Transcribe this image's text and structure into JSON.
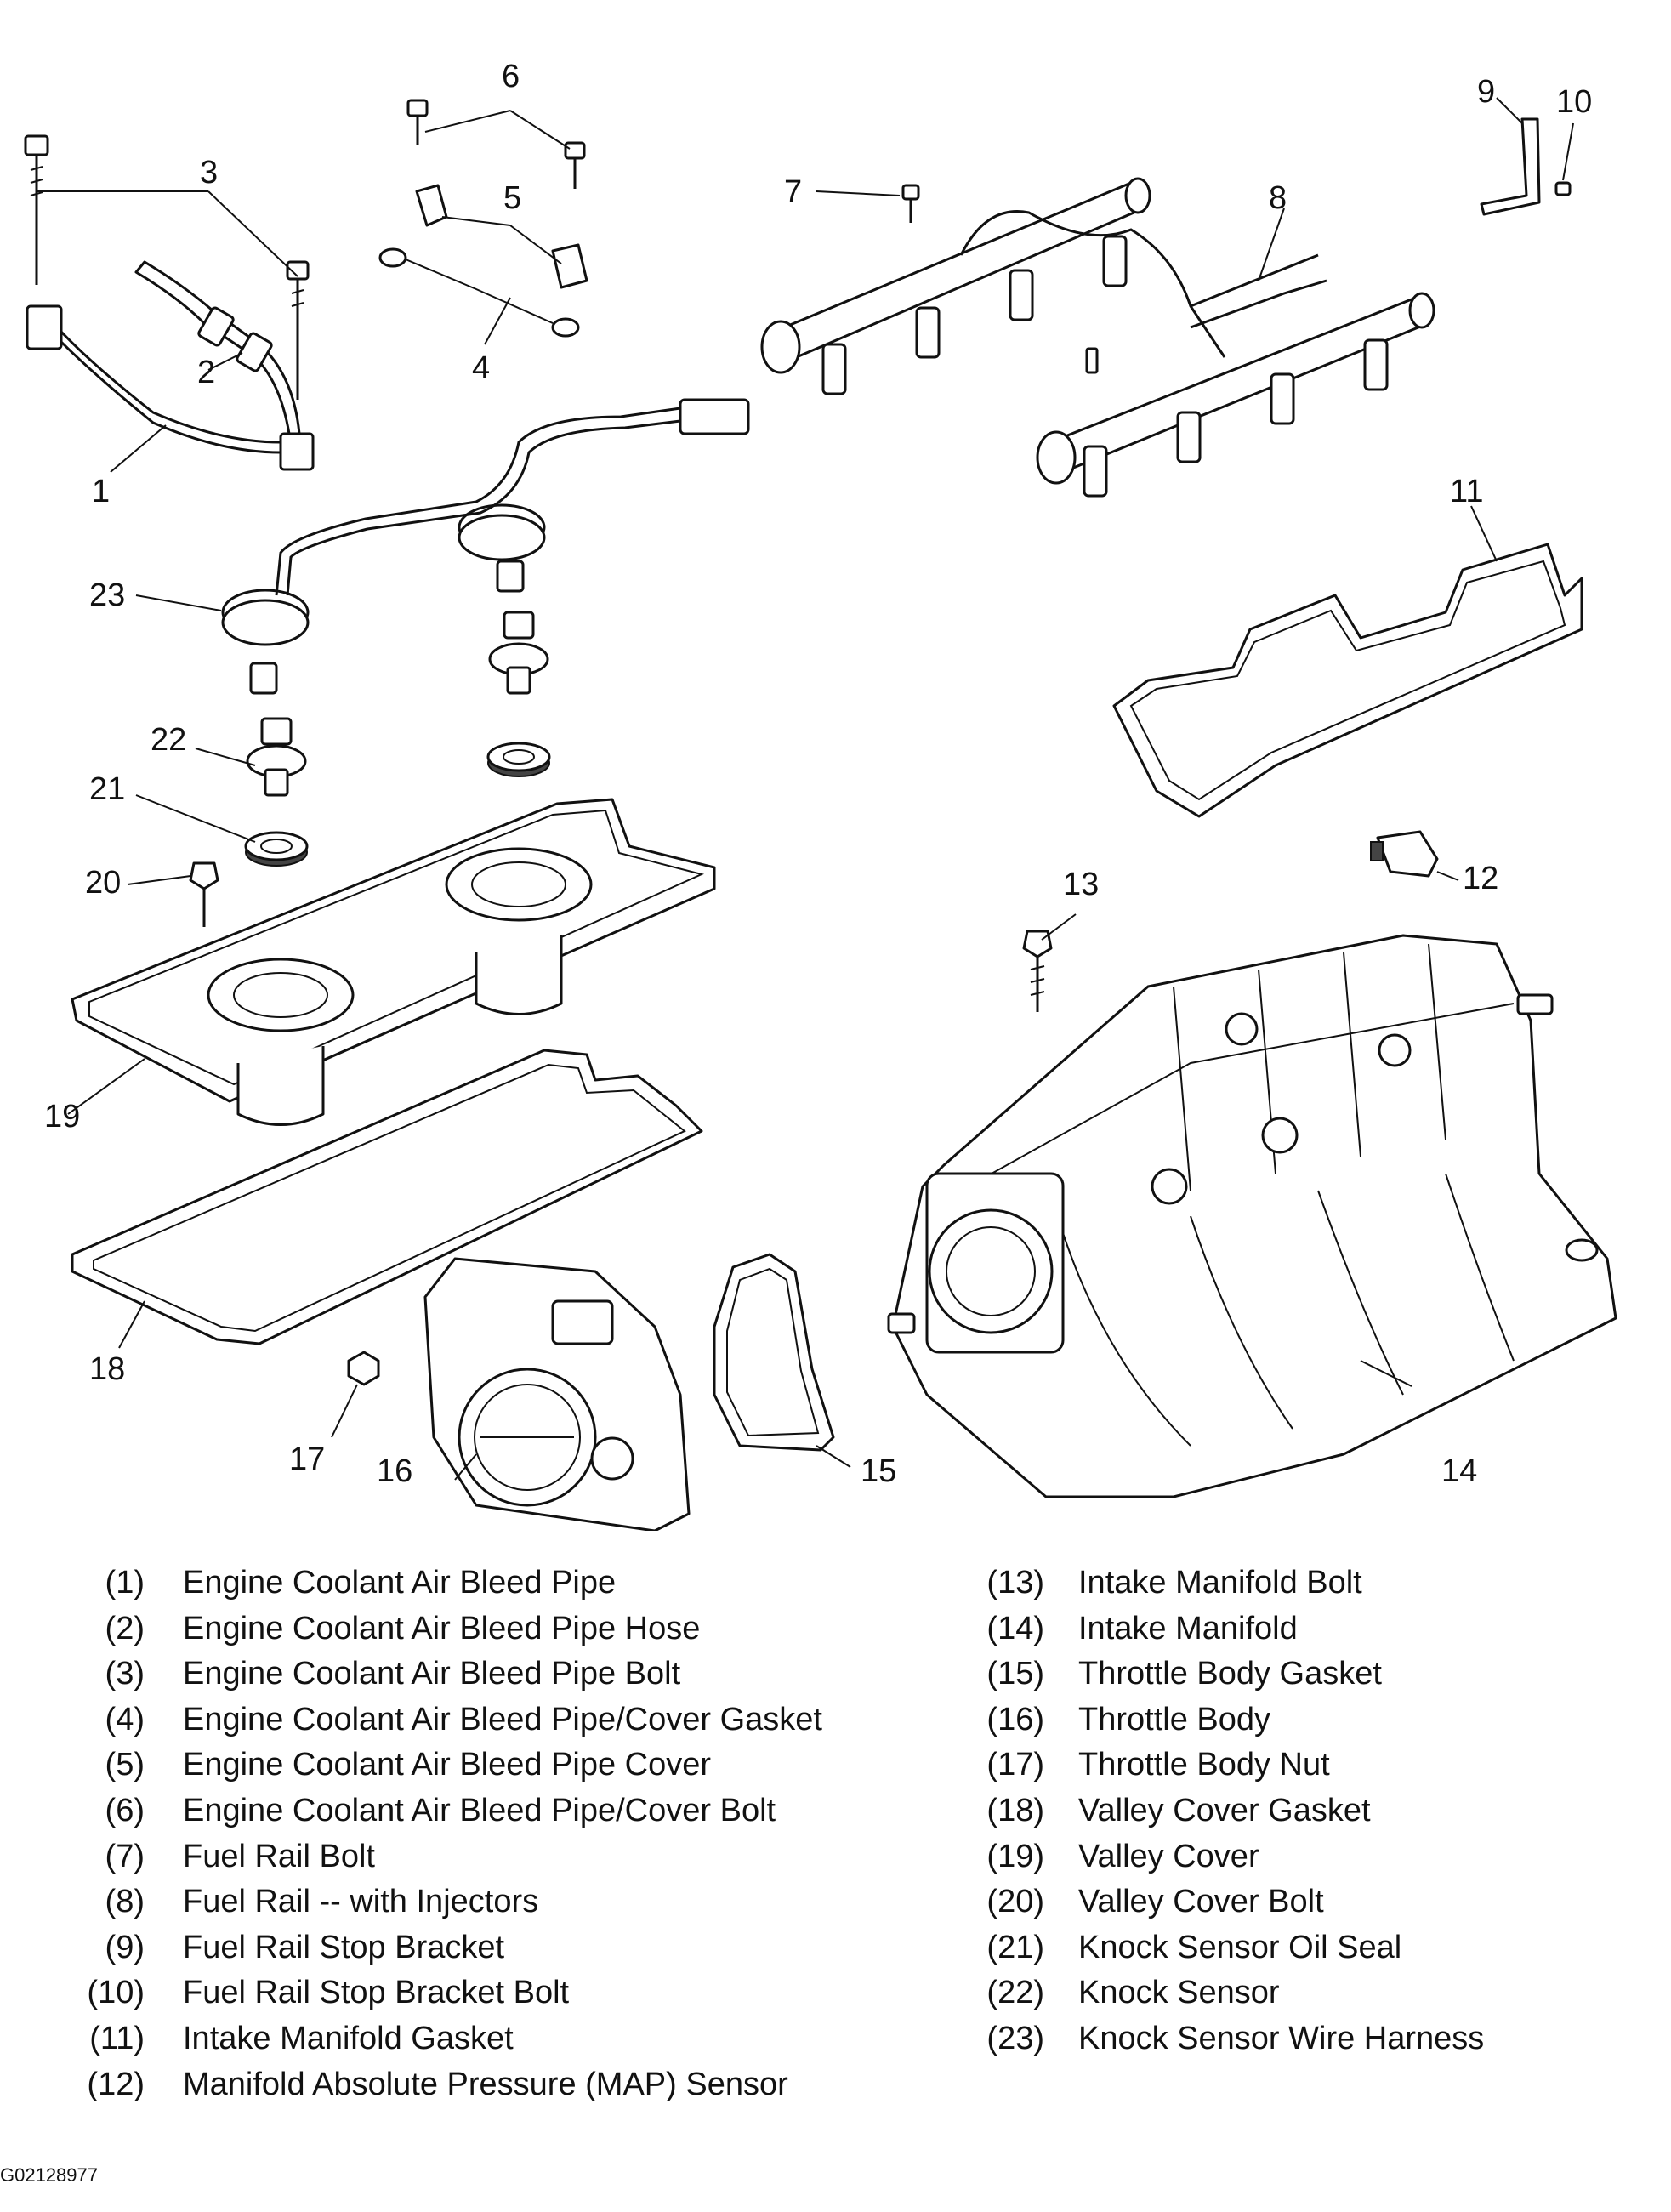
{
  "callouts": {
    "c1": "1",
    "c2": "2",
    "c3": "3",
    "c4": "4",
    "c5": "5",
    "c6": "6",
    "c7": "7",
    "c8": "8",
    "c9": "9",
    "c10": "10",
    "c11": "11",
    "c12": "12",
    "c13": "13",
    "c14": "14",
    "c15": "15",
    "c16": "16",
    "c17": "17",
    "c18": "18",
    "c19": "19",
    "c20": "20",
    "c21": "21",
    "c22": "22",
    "c23": "23"
  },
  "legend_left": [
    {
      "num": "(1)",
      "label": "Engine Coolant Air Bleed Pipe"
    },
    {
      "num": "(2)",
      "label": "Engine Coolant Air Bleed Pipe Hose"
    },
    {
      "num": "(3)",
      "label": "Engine Coolant Air Bleed Pipe Bolt"
    },
    {
      "num": "(4)",
      "label": "Engine Coolant Air Bleed Pipe/Cover Gasket"
    },
    {
      "num": "(5)",
      "label": "Engine Coolant Air Bleed Pipe Cover"
    },
    {
      "num": "(6)",
      "label": "Engine Coolant Air Bleed Pipe/Cover Bolt"
    },
    {
      "num": "(7)",
      "label": "Fuel Rail Bolt"
    },
    {
      "num": "(8)",
      "label": "Fuel Rail -- with Injectors"
    },
    {
      "num": "(9)",
      "label": "Fuel Rail Stop Bracket"
    },
    {
      "num": "(10)",
      "label": "Fuel Rail Stop Bracket Bolt"
    },
    {
      "num": "(11)",
      "label": "Intake Manifold Gasket"
    },
    {
      "num": "(12)",
      "label": "Manifold Absolute Pressure (MAP) Sensor"
    }
  ],
  "legend_right": [
    {
      "num": "(13)",
      "label": "Intake Manifold Bolt"
    },
    {
      "num": "(14)",
      "label": "Intake Manifold"
    },
    {
      "num": "(15)",
      "label": "Throttle Body Gasket"
    },
    {
      "num": "(16)",
      "label": "Throttle Body"
    },
    {
      "num": "(17)",
      "label": "Throttle Body Nut"
    },
    {
      "num": "(18)",
      "label": "Valley Cover Gasket"
    },
    {
      "num": "(19)",
      "label": "Valley Cover"
    },
    {
      "num": "(20)",
      "label": "Valley Cover Bolt"
    },
    {
      "num": "(21)",
      "label": "Knock Sensor Oil Seal"
    },
    {
      "num": "(22)",
      "label": "Knock Sensor"
    },
    {
      "num": "(23)",
      "label": "Knock Sensor Wire Harness"
    }
  ],
  "figure_id": "G02128977"
}
